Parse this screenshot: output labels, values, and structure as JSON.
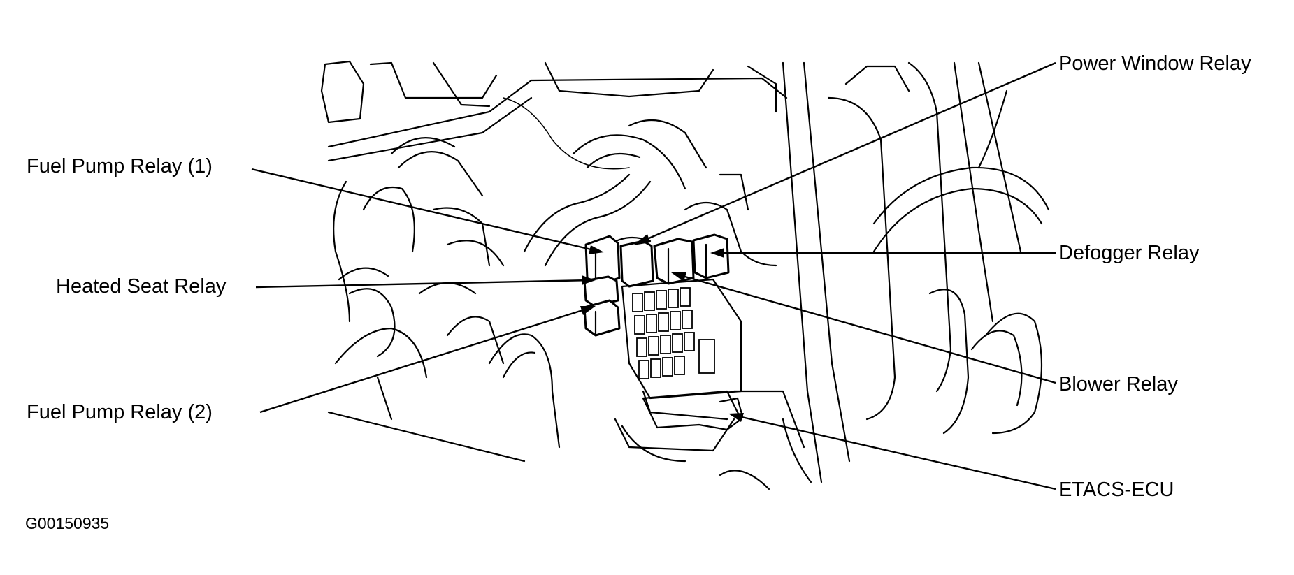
{
  "labels": {
    "power_window_relay": "Power Window Relay",
    "fuel_pump_relay_1": "Fuel Pump Relay (1)",
    "defogger_relay": "Defogger Relay",
    "heated_seat_relay": "Heated Seat Relay",
    "blower_relay": "Blower Relay",
    "fuel_pump_relay_2": "Fuel Pump Relay (2)",
    "etacs_ecu": "ETACS-ECU"
  },
  "figure_code": "G00150935"
}
